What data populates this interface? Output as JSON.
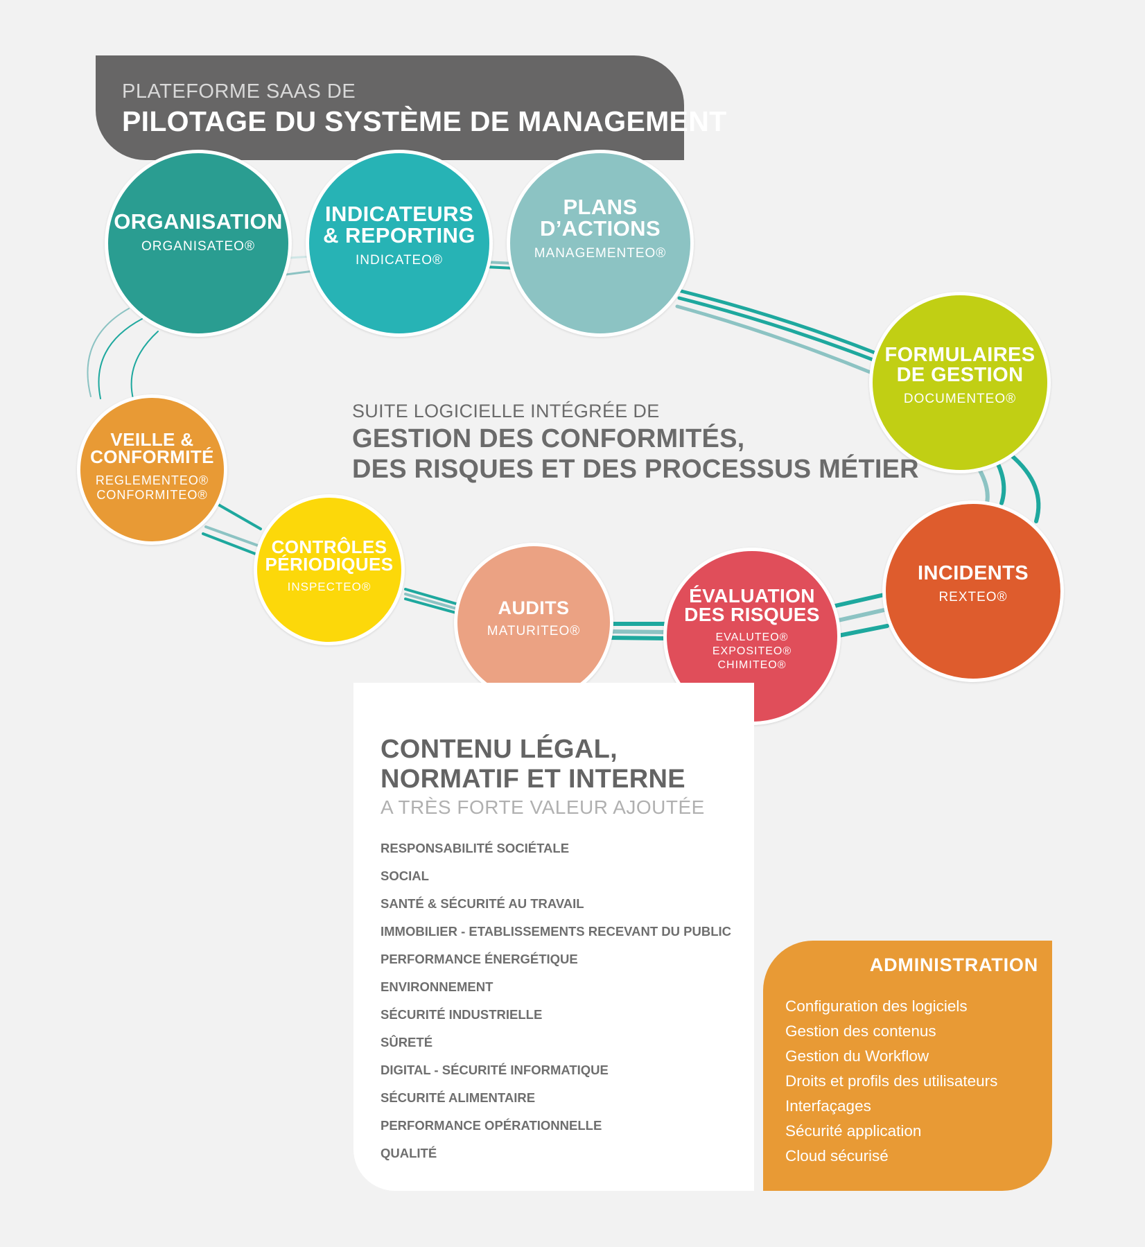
{
  "header": {
    "subtitle": "PLATEFORME SAAS DE",
    "title": "PILOTAGE DU SYSTÈME DE MANAGEMENT"
  },
  "center": {
    "subtitle": "SUITE LOGICIELLE INTÉGRÉE DE",
    "title": "GESTION DES CONFORMITÉS,\nDES RISQUES ET DES PROCESSUS MÉTIER"
  },
  "nodes": {
    "organisation": {
      "title": "ORGANISATION",
      "products": "ORGANISATEO®",
      "color": "#2a9d91"
    },
    "indicateurs": {
      "title": "INDICATEURS\n& REPORTING",
      "products": "INDICATEO®",
      "color": "#27b3b5"
    },
    "plans": {
      "title": "PLANS\nD’ACTIONS",
      "products": "MANAGEMENTEO®",
      "color": "#8cc3c3"
    },
    "formulaires": {
      "title": "FORMULAIRES\nDE GESTION",
      "products": "DOCUMENTEO®",
      "color": "#c1cf14"
    },
    "veille": {
      "title": "VEILLE &\nCONFORMITÉ",
      "products": "REGLEMENTEO®\nCONFORMITEO®",
      "color": "#e89a35"
    },
    "controles": {
      "title": "CONTRÔLES\nPÉRIODIQUES",
      "products": "INSPECTEO®",
      "color": "#fcd80a"
    },
    "audits": {
      "title": "AUDITS",
      "products": "MATURITEO®",
      "color": "#eba283"
    },
    "evaluation": {
      "title": "ÉVALUATION\nDES RISQUES",
      "products": "EVALUTEO®\nEXPOSITEO®\nCHIMITEO®",
      "color": "#e04e5a"
    },
    "incidents": {
      "title": "INCIDENTS",
      "products": "REXTEO®",
      "color": "#de5c2d"
    }
  },
  "content": {
    "title": "CONTENU LÉGAL,\nNORMATIF ET INTERNE",
    "subtitle": "A TRÈS FORTE VALEUR AJOUTÉE",
    "items": [
      "RESPONSABILITÉ SOCIÉTALE",
      "SOCIAL",
      "SANTÉ & SÉCURITÉ AU TRAVAIL",
      "IMMOBILIER - ETABLISSEMENTS RECEVANT DU PUBLIC",
      "PERFORMANCE ÉNERGÉTIQUE",
      "ENVIRONNEMENT",
      "SÉCURITÉ INDUSTRIELLE",
      "SÛRETÉ",
      "DIGITAL - SÉCURITÉ INFORMATIQUE",
      "SÉCURITÉ ALIMENTAIRE",
      "PERFORMANCE OPÉRATIONNELLE",
      "QUALITÉ"
    ]
  },
  "admin": {
    "title": "ADMINISTRATION",
    "items": [
      "Configuration des logiciels",
      "Gestion des contenus",
      "Gestion  du Workflow",
      "Droits et profils des utilisateurs",
      "Interfaçages",
      "Sécurité application",
      "Cloud sécurisé"
    ],
    "color": "#e89a35"
  },
  "colors": {
    "background": "#f2f2f2",
    "header": "#676666",
    "connector_dark": "#1ea89e",
    "connector_light": "#8cc3c3"
  }
}
